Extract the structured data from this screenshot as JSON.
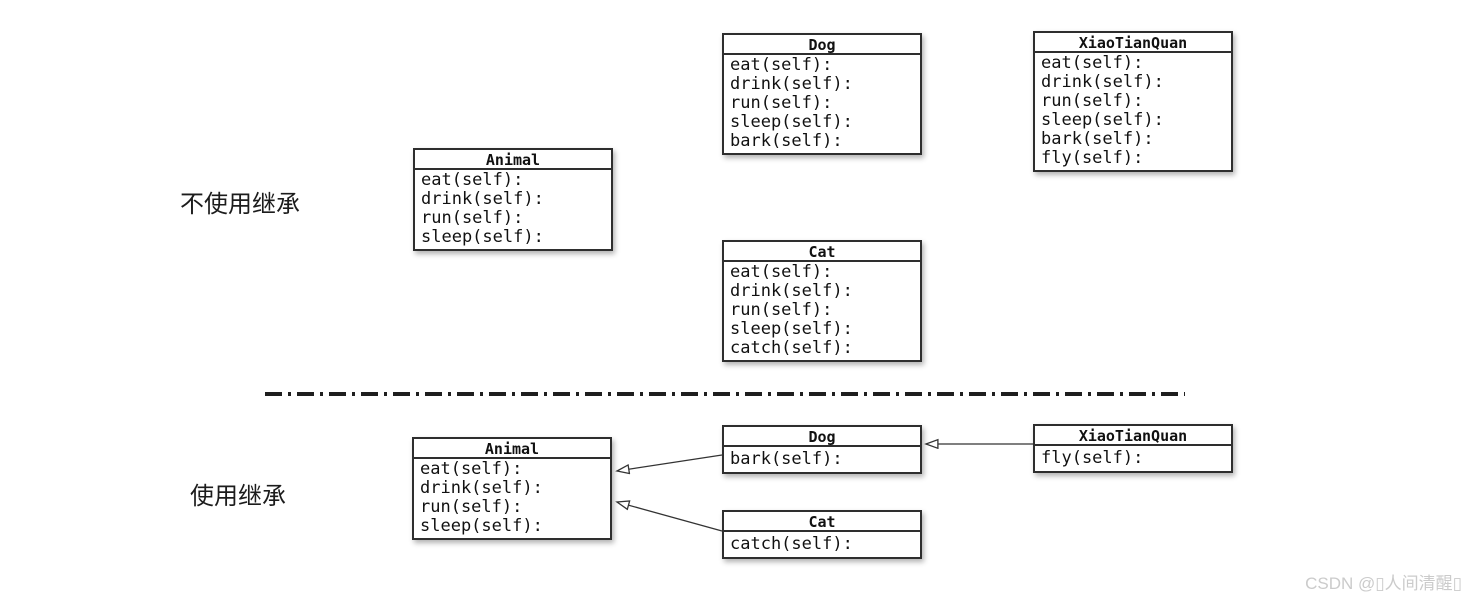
{
  "sections": [
    {
      "label": "不使用继承",
      "classes": [
        {
          "title": "Animal",
          "methods": [
            "eat(self):",
            "drink(self):",
            "run(self):",
            "sleep(self):"
          ]
        },
        {
          "title": "Dog",
          "methods": [
            "eat(self):",
            "drink(self):",
            "run(self):",
            "sleep(self):",
            "bark(self):"
          ]
        },
        {
          "title": "XiaoTianQuan",
          "methods": [
            "eat(self):",
            "drink(self):",
            "run(self):",
            "sleep(self):",
            "bark(self):",
            "fly(self):"
          ]
        },
        {
          "title": "Cat",
          "methods": [
            "eat(self):",
            "drink(self):",
            "run(self):",
            "sleep(self):",
            "catch(self):"
          ]
        }
      ]
    },
    {
      "label": "使用继承",
      "classes": [
        {
          "title": "Animal",
          "methods": [
            "eat(self):",
            "drink(self):",
            "run(self):",
            "sleep(self):"
          ]
        },
        {
          "title": "Dog",
          "methods": [
            "bark(self):"
          ]
        },
        {
          "title": "XiaoTianQuan",
          "methods": [
            "fly(self):"
          ]
        },
        {
          "title": "Cat",
          "methods": [
            "catch(self):"
          ]
        }
      ],
      "relations": [
        {
          "from": "Dog",
          "to": "Animal",
          "type": "inheritance"
        },
        {
          "from": "Cat",
          "to": "Animal",
          "type": "inheritance"
        },
        {
          "from": "XiaoTianQuan",
          "to": "Dog",
          "type": "inheritance"
        }
      ]
    }
  ],
  "divider": {
    "style": "dash-dot",
    "color": "#1e1e1e"
  },
  "colors": {
    "box_border": "#2e2e2e",
    "text": "#111111",
    "arrow": "#333333",
    "watermark": "#cbcbcb"
  },
  "watermark": {
    "text": "CSDN @▯人间清醒▯"
  }
}
